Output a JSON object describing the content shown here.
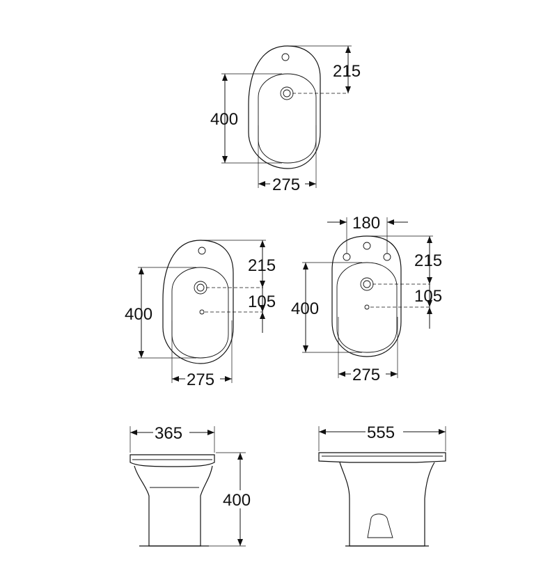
{
  "views": {
    "top_single": {
      "width": "275",
      "length": "400",
      "hole_offset": "215"
    },
    "top_single_two_holes": {
      "width": "275",
      "length": "400",
      "hole_offset": "215",
      "drain_offset": "105"
    },
    "top_three_holes": {
      "hole_spacing": "180",
      "width": "275",
      "length": "400",
      "hole_offset": "215",
      "drain_offset": "105"
    },
    "front": {
      "width": "365",
      "height": "400"
    },
    "side": {
      "depth": "555"
    }
  }
}
